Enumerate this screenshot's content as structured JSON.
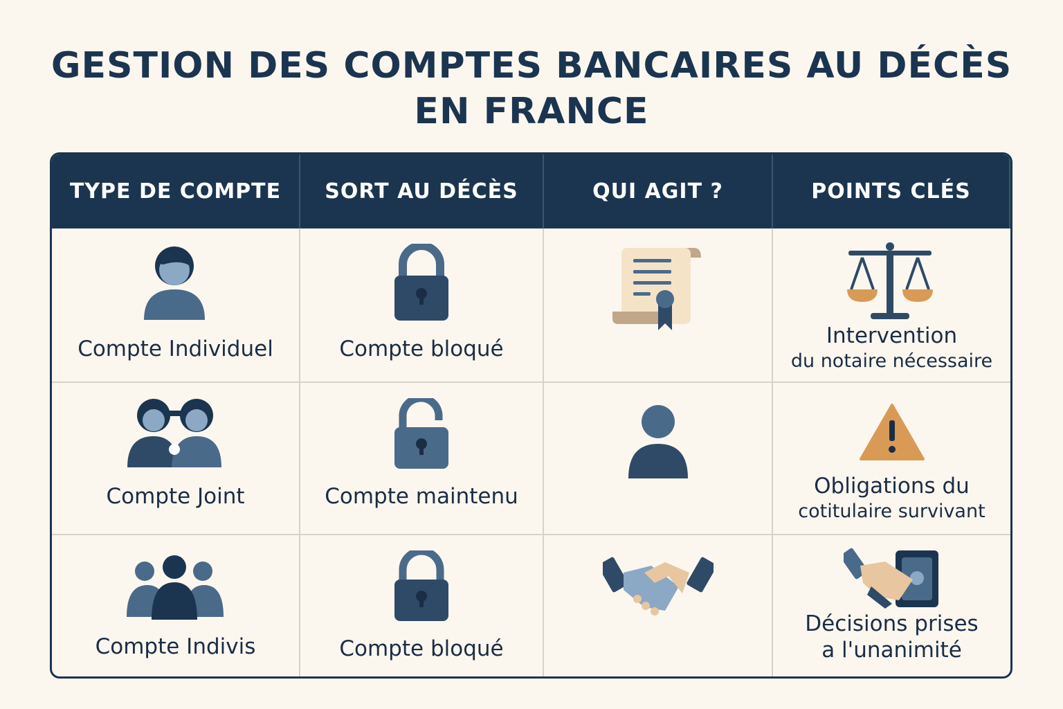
{
  "title_line1": "GESTION DES COMPTES BANCAIRES AU DÉCÈS",
  "title_line2": "EN FRANCE",
  "headers": [
    "TYPE DE COMPTE",
    "SORT AU DÉCÈS",
    "QUI AGIT ?",
    "POINTS CLÉS"
  ],
  "rows": [
    {
      "type": "Compte Individuel",
      "sort": "Compte bloqué",
      "actor_icon": "notarial-deed-icon",
      "points_line1": "Intervention",
      "points_line2": "du notaire nécessaire"
    },
    {
      "type": "Compte Joint",
      "sort": "Compte maintenu",
      "actor_icon": "person-icon",
      "points_line1": "Obligations du",
      "points_line2": "cotitulaire survivant"
    },
    {
      "type": "Compte Indivis",
      "sort": "Compte bloqué",
      "actor_icon": "handshake-icon",
      "points_line1": "Décisions prises",
      "points_line2": "a l'unanimité"
    }
  ],
  "colors": {
    "navy": "#1b3550",
    "slate": "#4a6a8a",
    "light": "#8ba8c4",
    "orange": "#d89a55",
    "background": "#fbf7ef"
  }
}
